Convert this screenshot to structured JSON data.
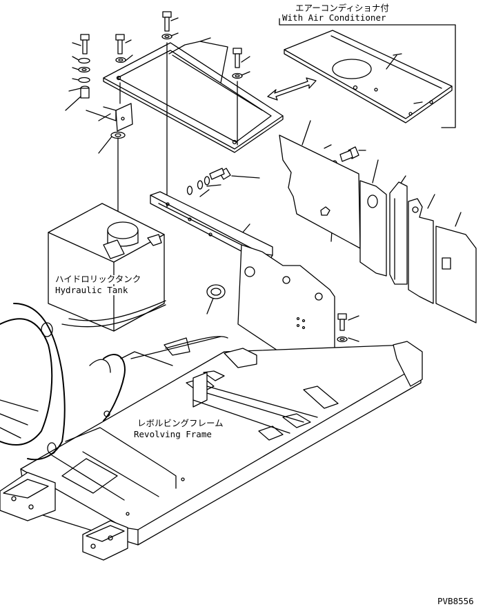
{
  "labels": {
    "air_conditioner_jp": "エアーコンディショナ付",
    "air_conditioner_en": "With Air Conditioner",
    "hydraulic_tank_jp": "ハイドロリックタンク",
    "hydraulic_tank_en": "Hydraulic Tank",
    "revolving_frame_jp": "レボルビングフレーム",
    "revolving_frame_en": "Revolving Frame",
    "drawing_code": "PVB8556"
  }
}
